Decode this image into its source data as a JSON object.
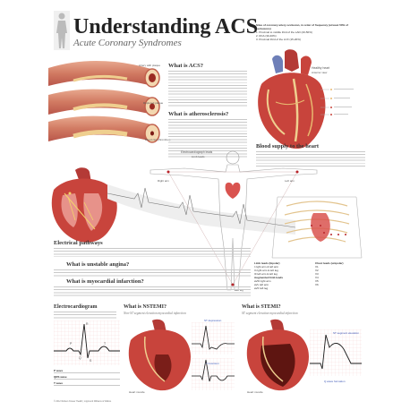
{
  "header": {
    "title": "Understanding ACS",
    "subtitle": "Acute Coronary Syndromes"
  },
  "top_right": {
    "intro": "Sites of coronary artery occlusion, in order of frequency (at least 50% of occlusions)",
    "items": [
      "1. Proximal to middle third of the LAD (40-50%)",
      "2. RCA (30-40%)",
      "3. Proximal third of the LCX (15-20%)"
    ],
    "heart_label": "Healthy heart",
    "heart_sublabel": "Anterior view"
  },
  "artery_labels": {
    "a1": "Artery with plaque",
    "a2": "Ruptured plaque",
    "a3": "Blood clot (thrombus)"
  },
  "sections": {
    "what_is_acs": "What is ACS?",
    "atherosclerosis": "What is atherosclerosis?",
    "blood_supply": "Blood supply to the heart",
    "electrical": "Electrical pathways",
    "unstable_angina": "What is unstable angina?",
    "mi": "What is myocardial infarction?"
  },
  "ecg_figure": {
    "label": "Electrocardiograph leads",
    "sublabel": "Limb leads",
    "left_arm": "Right arm",
    "right_arm": "Left arm",
    "left_leg": "Left leg"
  },
  "leads": {
    "limb_title": "Limb leads (bipolar)",
    "limb": [
      "I   right arm & left arm",
      "II  right arm & left leg",
      "III left arm & left leg"
    ],
    "aug_title": "Augmented limb leads",
    "aug": [
      "aVR right arm",
      "aVL left arm",
      "aVF left leg"
    ],
    "chest_title": "Chest leads (unipolar)",
    "chest": [
      "V1",
      "V2",
      "V3",
      "V4",
      "V5",
      "V6"
    ]
  },
  "bottom": {
    "ecg_title": "Electrocardiogram",
    "ecg_waves": {
      "p": "P",
      "q": "Q",
      "r": "R",
      "s": "S",
      "t": "T"
    },
    "ecg_legend": [
      "P wave",
      "QRS wave",
      "T wave"
    ],
    "nstemi_title": "What is NSTEMI?",
    "nstemi_sub": "Non-ST segment elevation myocardial infarction",
    "nstemi_ecg1": "ST depression",
    "nstemi_ecg2": "T inversion",
    "nstemi_heart": "Heart muscle",
    "stemi_title": "What is STEMI?",
    "stemi_sub": "ST segment elevation myocardial infarction",
    "stemi_ecg1": "ST segment elevation",
    "stemi_ecg2": "Q wave formation",
    "stemi_heart": "Heart muscle",
    "footer": "© 2012 Wolters Kluwer Health | Lippincott Williams & Wilkins"
  },
  "colors": {
    "accent_red": "#b8242a",
    "heart_red": "#c8443c",
    "plaque_yellow": "#efcf8f",
    "ecg_grid": "#f2c3c3"
  }
}
